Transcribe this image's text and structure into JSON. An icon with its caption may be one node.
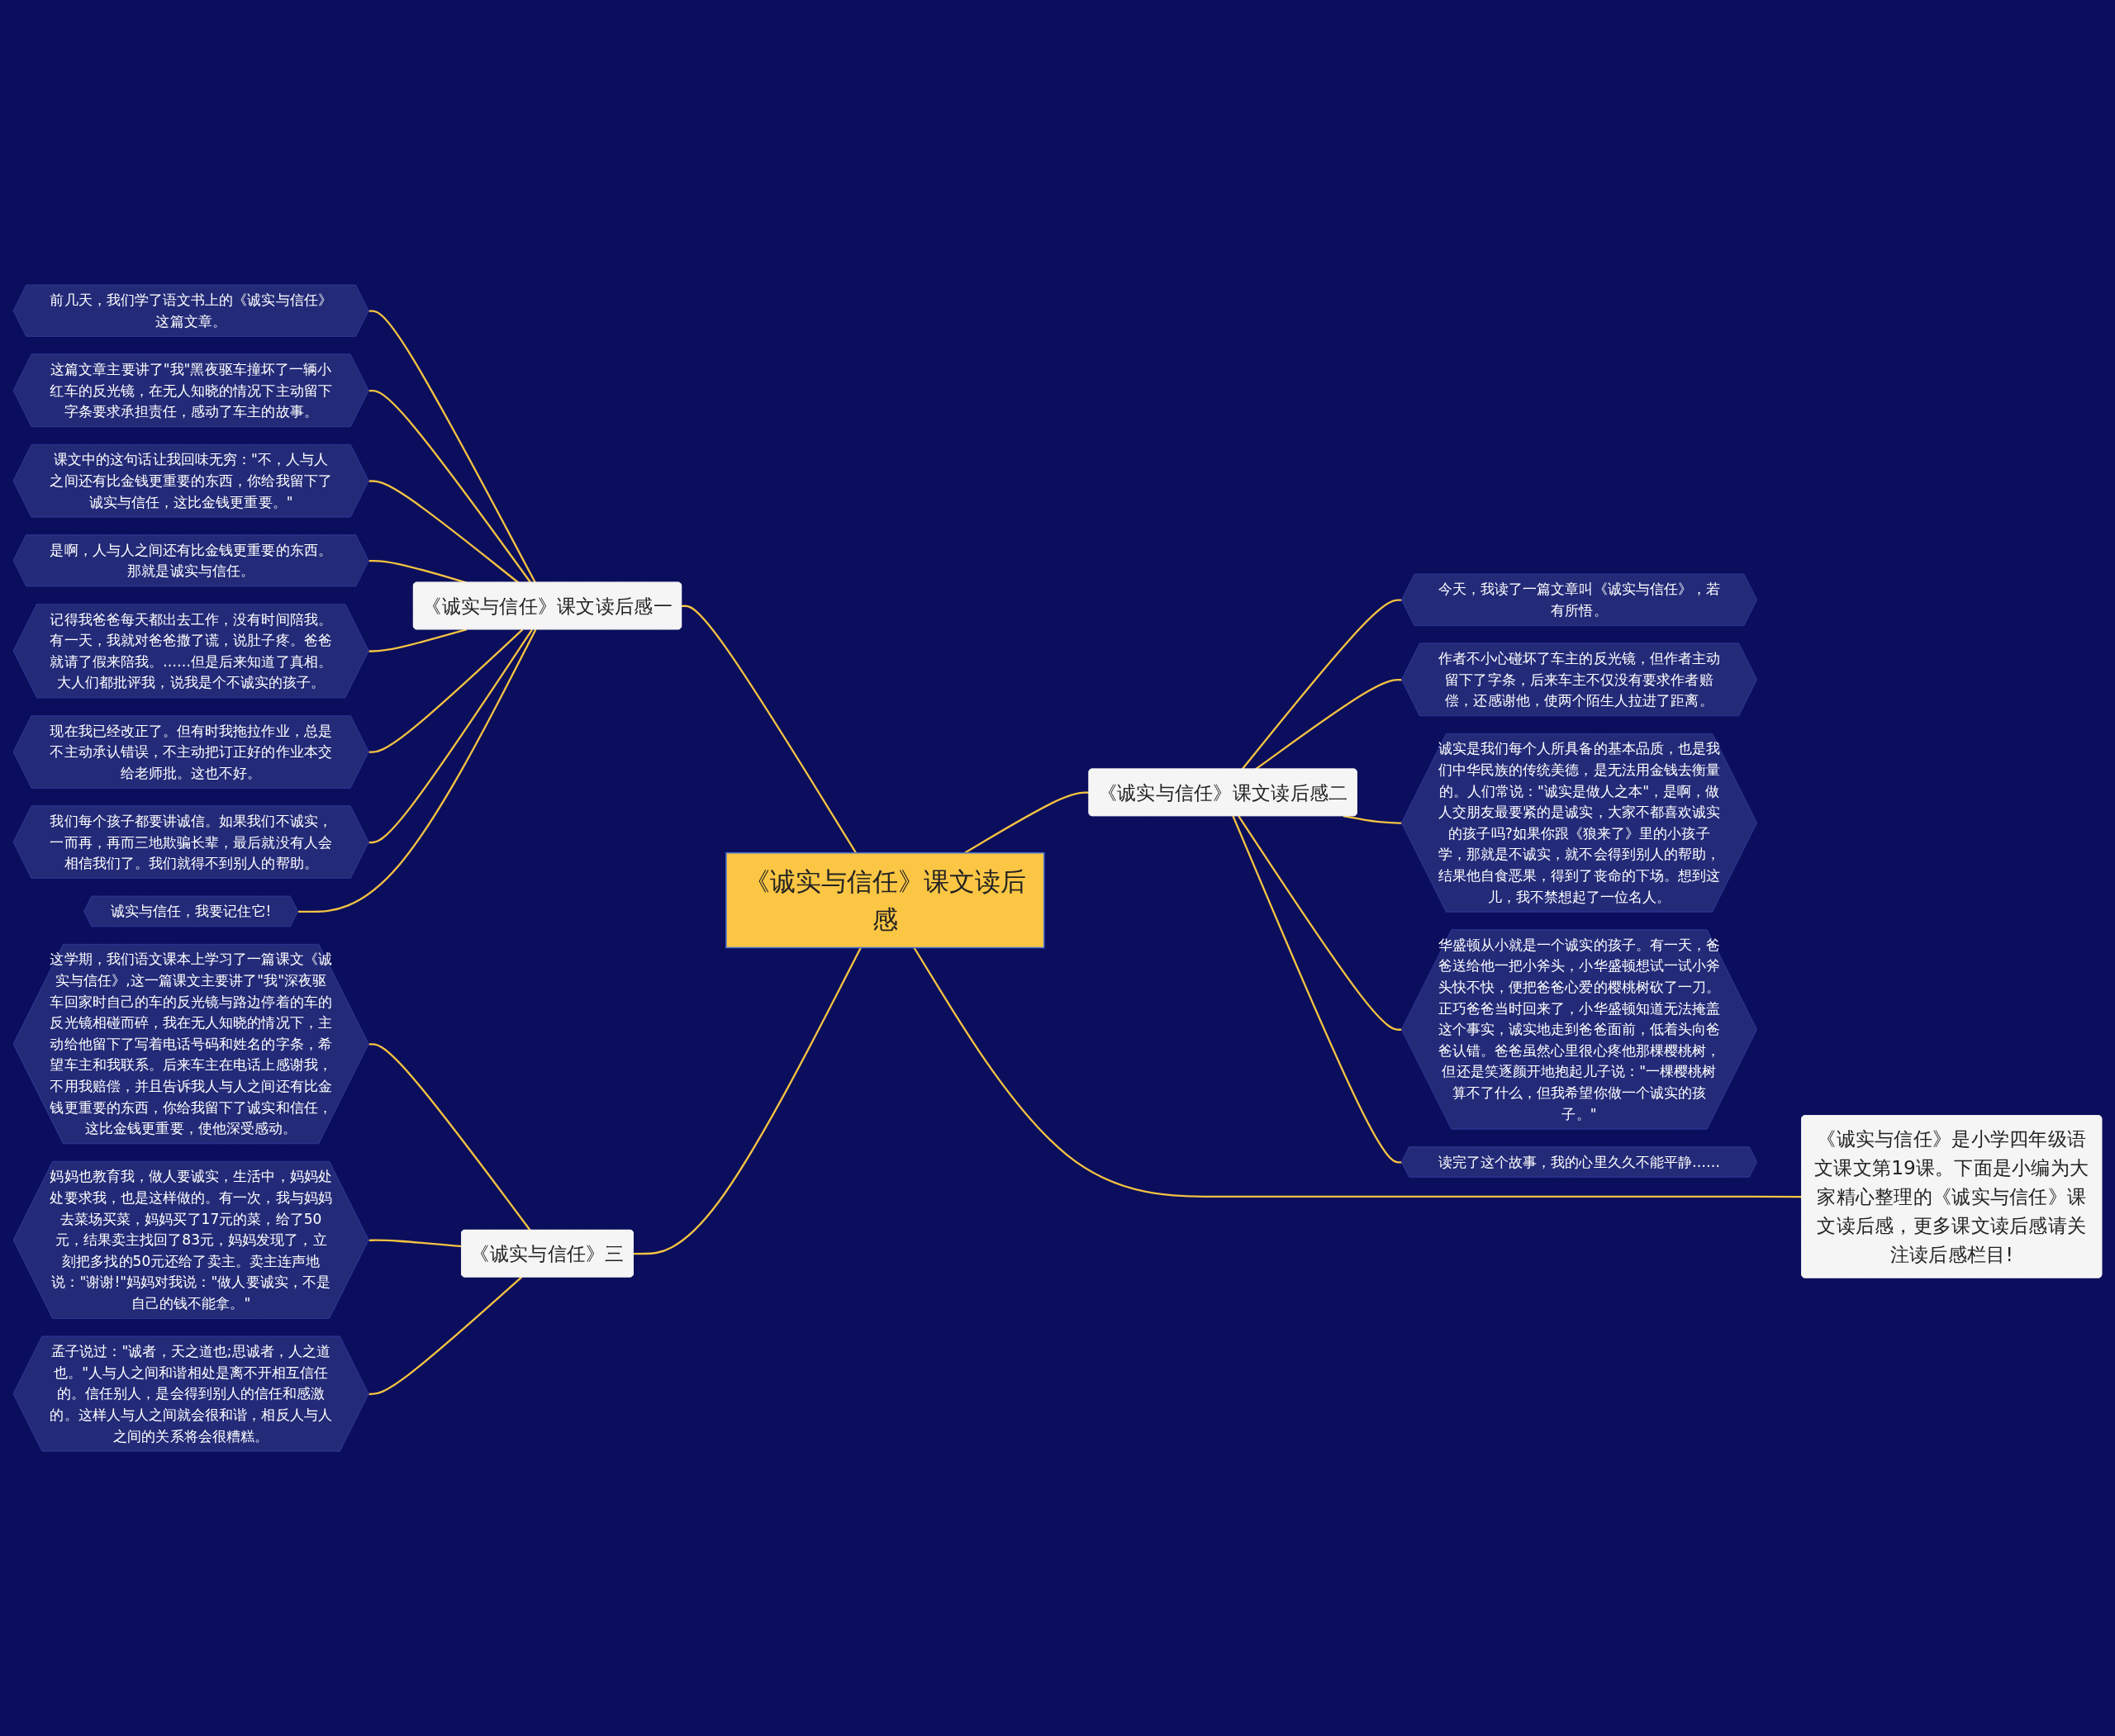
{
  "diagram": {
    "nodes": [
      {
        "text": [
          "《诚实与信任》课文读后感"
        ]
      },
      {
        "text": [
          "《诚实与信任》课文读后感一"
        ]
      },
      {
        "text": [
          "前几天，我们学了语文书上的《诚实与信任》这篇文章。"
        ]
      },
      {
        "text": [
          "这篇文章主要讲了\"我\"黑夜驱车撞坏了一辆小红车的反光镜，在无人知晓的情况下主动留下字条要求承担责任，感动了车主的故事。"
        ]
      },
      {
        "text": [
          "课文中的这句话让我回味无穷：\"不，人与人之间还有比金钱更重要的东西，你给我留下了诚实与信任，这比金钱更重要。\""
        ]
      },
      {
        "text": [
          "是啊，人与人之间还有比金钱更重要的东西。那就是诚实与信任。"
        ]
      },
      {
        "text": [
          "记得我爸爸每天都出去工作，没有时间陪我。有一天，我就对爸爸撒了谎，说肚子疼。爸爸就请了假来陪我。……但是后来知道了真相。大人们都批评我，说我是个不诚实的孩子。"
        ]
      },
      {
        "text": [
          "现在我已经改正了。但有时我拖拉作业，总是不主动承认错误，不主动把订正好的作业本交给老师批。这也不好。"
        ]
      },
      {
        "text": [
          "我们每个孩子都要讲诚信。如果我们不诚实，一而再，再而三地欺骗长辈，最后就没有人会相信我们了。我们就得不到别人的帮助。"
        ]
      },
      {
        "text": [
          "诚实与信任，我要记住它!"
        ]
      },
      {
        "text": [
          "《诚实与信任》三"
        ]
      },
      {
        "text": [
          "这学期，我们语文课本上学习了一篇课文《诚实与信任》,这一篇课文主要讲了\"我\"深夜驱车回家时自己的车的反光镜与路边停着的车的反光镜相碰而碎，我在无人知晓的情况下，主动给他留下了写着电话号码和姓名的字条，希望车主和我联系。后来车主在电话上感谢我，不用我赔偿，并且告诉我人与人之间还有比金钱更重要的东西，你给我留下了诚实和信任，这比金钱更重要，使他深受感动。"
        ]
      },
      {
        "text": [
          "妈妈也教育我，做人要诚实，生活中，妈妈处处要求我，也是这样做的。有一次，我与妈妈去菜场买菜，妈妈买了17元的菜，给了50元，结果卖主找回了83元，妈妈发现了，立刻把多找的50元还给了卖主。卖主连声地说：\"谢谢!\"妈妈对我说：\"做人要诚实，不是自己的钱不能拿。\""
        ]
      },
      {
        "text": [
          "孟子说过：\"诚者，天之道也;思诚者，人之道也。\"人与人之间和谐相处是离不开相互信任的。信任别人，是会得到别人的信任和感激的。这样人与人之间就会很和谐，相反人与人之间的关系将会很糟糕。"
        ]
      },
      {
        "text": [
          "《诚实与信任》是小学四年级语文课文第19课。下面是小编为大家精心整理的《诚实与信任》课文读后感，更多课文读后感请关注读后感栏目!"
        ]
      },
      {
        "text": [
          "《诚实与信任》课文读后感二"
        ]
      },
      {
        "text": [
          "今天，我读了一篇文章叫《诚实与信任》，若有所悟。"
        ]
      },
      {
        "text": [
          "作者不小心碰坏了车主的反光镜，但作者主动留下了字条，后来车主不仅没有要求作者赔偿，还感谢他，使两个陌生人拉进了距离。"
        ]
      },
      {
        "text": [
          "诚实是我们每个人所具备的基本品质，也是我们中华民族的传统美德，是无法用金钱去衡量的。人们常说：\"诚实是做人之本\"，是啊，做人交朋友最要紧的是诚实，大家不都喜欢诚实的孩子吗?如果你跟《狼来了》里的小孩子学，那就是不诚实，就不会得到别人的帮助，结果他自食恶果，得到了丧命的下场。想到这儿，我不禁想起了一位名人。"
        ]
      },
      {
        "text": [
          "华盛顿从小就是一个诚实的孩子。有一天，爸爸送给他一把小斧头，小华盛顿想试一试小斧头快不快，便把爸爸心爱的樱桃树砍了一刀。正巧爸爸当时回来了，小华盛顿知道无法掩盖这个事实，诚实地走到爸爸面前，低着头向爸爸认错。爸爸虽然心里很心疼他那棵樱桃树，但还是笑逐颜开地抱起儿子说：\"一棵樱桃树算不了什么，但我希望你做一个诚实的孩子。\""
        ]
      },
      {
        "text": [
          "读完了这个故事，我的心里久久不能平静……"
        ]
      }
    ],
    "edges": [
      {
        "from": 1,
        "to": 0,
        "arrow": "none"
      },
      {
        "from": 2,
        "to": 1,
        "arrow": "none"
      },
      {
        "from": 3,
        "to": 1,
        "arrow": "none"
      },
      {
        "from": 4,
        "to": 1,
        "arrow": "none"
      },
      {
        "from": 5,
        "to": 1,
        "arrow": "none"
      },
      {
        "from": 6,
        "to": 1,
        "arrow": "none"
      },
      {
        "from": 7,
        "to": 1,
        "arrow": "none"
      },
      {
        "from": 8,
        "to": 1,
        "arrow": "none"
      },
      {
        "from": 9,
        "to": 1,
        "arrow": "none"
      },
      {
        "from": 10,
        "to": 0,
        "arrow": "none"
      },
      {
        "from": 11,
        "to": 10,
        "arrow": "none"
      },
      {
        "from": 12,
        "to": 10,
        "arrow": "none"
      },
      {
        "from": 13,
        "to": 10,
        "arrow": "none"
      },
      {
        "from": 0,
        "to": 14,
        "arrow": "none"
      },
      {
        "from": 0,
        "to": 15,
        "arrow": "none"
      },
      {
        "from": 15,
        "to": 16,
        "arrow": "none"
      },
      {
        "from": 15,
        "to": 17,
        "arrow": "none"
      },
      {
        "from": 15,
        "to": 18,
        "arrow": "none"
      },
      {
        "from": 15,
        "to": 19,
        "arrow": "none"
      },
      {
        "from": 15,
        "to": 20,
        "arrow": "none"
      }
    ]
  }
}
